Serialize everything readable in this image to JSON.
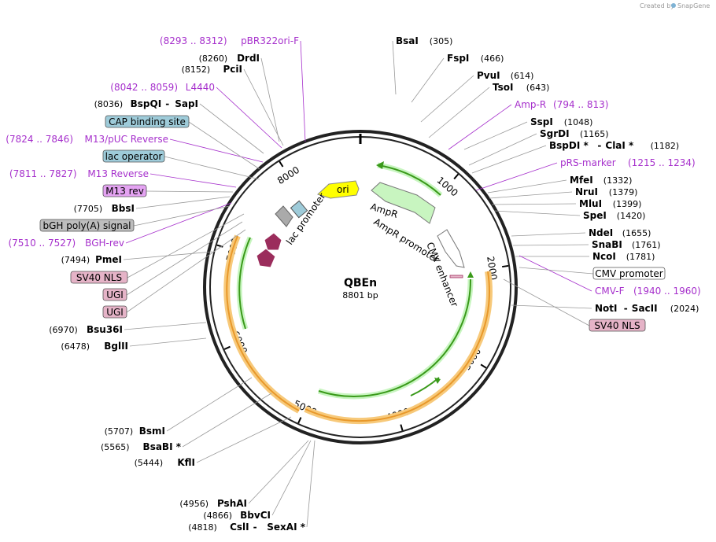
{
  "credit": {
    "prefix": "Created by",
    "brand": "SnapGene"
  },
  "plasmid": {
    "name": "QBEn",
    "size_label": "8801 bp",
    "length": 8801
  },
  "ticks": [
    "1000",
    "2000",
    "3000",
    "4000",
    "5000",
    "6000",
    "7000",
    "8000"
  ],
  "inner_labels": {
    "ori": "ori",
    "ampr": "AmpR",
    "ampr_promoter": "AmpR promoter",
    "cmv_enhancer": "CMV enhancer",
    "lac_promoter": "lac promoter"
  },
  "enzymes_right": [
    {
      "name": "BsaI",
      "pos": "(305)"
    },
    {
      "name": "FspI",
      "pos": "(466)"
    },
    {
      "name": "PvuI",
      "pos": "(614)"
    },
    {
      "name": "TsoI",
      "pos": "(643)"
    },
    {
      "name": "SspI",
      "pos": "(1048)"
    },
    {
      "name": "SgrDI",
      "pos": "(1165)"
    },
    {
      "name": "BspDI *",
      "name2": "ClaI *",
      "pos": "(1182)"
    },
    {
      "name": "MfeI",
      "pos": "(1332)"
    },
    {
      "name": "NruI",
      "pos": "(1379)"
    },
    {
      "name": "MluI",
      "pos": "(1399)"
    },
    {
      "name": "SpeI",
      "pos": "(1420)"
    },
    {
      "name": "NdeI",
      "pos": "(1655)"
    },
    {
      "name": "SnaBI",
      "pos": "(1761)"
    },
    {
      "name": "NcoI",
      "pos": "(1781)"
    },
    {
      "name": "NotI",
      "name2": "SacII",
      "pos": "(2024)"
    }
  ],
  "enzymes_left": [
    {
      "name": "DrdI",
      "pos": "(8260)"
    },
    {
      "name": "PciI",
      "pos": "(8152)"
    },
    {
      "name": "BspQI",
      "name2": "SapI",
      "pos": "(8036)"
    },
    {
      "name": "BbsI",
      "pos": "(7705)"
    },
    {
      "name": "PmeI",
      "pos": "(7494)"
    },
    {
      "name": "Bsu36I",
      "pos": "(6970)"
    },
    {
      "name": "BglII",
      "pos": "(6478)"
    },
    {
      "name": "BsmI",
      "pos": "(5707)"
    },
    {
      "name": "BsaBI *",
      "pos": "(5565)"
    },
    {
      "name": "KflI",
      "pos": "(5444)"
    },
    {
      "name": "PshAI",
      "pos": "(4956)"
    },
    {
      "name": "BbvCI",
      "pos": "(4866)"
    },
    {
      "name": "CslI",
      "name2": "SexAI *",
      "pos": "(4818)"
    }
  ],
  "primers": [
    {
      "name": "pBR322ori-F",
      "range": "(8293 .. 8312)"
    },
    {
      "name": "L4440",
      "range": "(8042 .. 8059)"
    },
    {
      "name": "M13/pUC Reverse",
      "range": "(7824 .. 7846)"
    },
    {
      "name": "M13 Reverse",
      "range": "(7811 .. 7827)"
    },
    {
      "name": "BGH-rev",
      "range": "(7510 .. 7527)"
    },
    {
      "name": "Amp-R",
      "range": "(794 .. 813)"
    },
    {
      "name": "pRS-marker",
      "range": "(1215 .. 1234)"
    },
    {
      "name": "CMV-F",
      "range": "(1940 .. 1960)"
    }
  ],
  "feature_boxes": [
    {
      "label": "CAP binding site",
      "fill": "#9ecbd9"
    },
    {
      "label": "lac operator",
      "fill": "#9ecbd9"
    },
    {
      "label": "M13 rev",
      "fill": "#e4a3f2"
    },
    {
      "label": "bGH poly(A) signal",
      "fill": "#bdbdbd"
    },
    {
      "label": "SV40 NLS",
      "fill": "#e5b3c7"
    },
    {
      "label": "UGI",
      "fill": "#e5b3c7"
    },
    {
      "label": "UGI",
      "fill": "#e5b3c7"
    },
    {
      "label": "CMV promoter",
      "fill": "#ffffff"
    },
    {
      "label": "SV40 NLS",
      "fill": "#e5b3c7"
    }
  ],
  "colors": {
    "primer": "#a630cc",
    "orange": "#f0a020",
    "green": "#3a9a1a",
    "ori": "#ffff00",
    "ampr": "#c8f5c0",
    "promoter_arrow": "#9b2d5c"
  }
}
